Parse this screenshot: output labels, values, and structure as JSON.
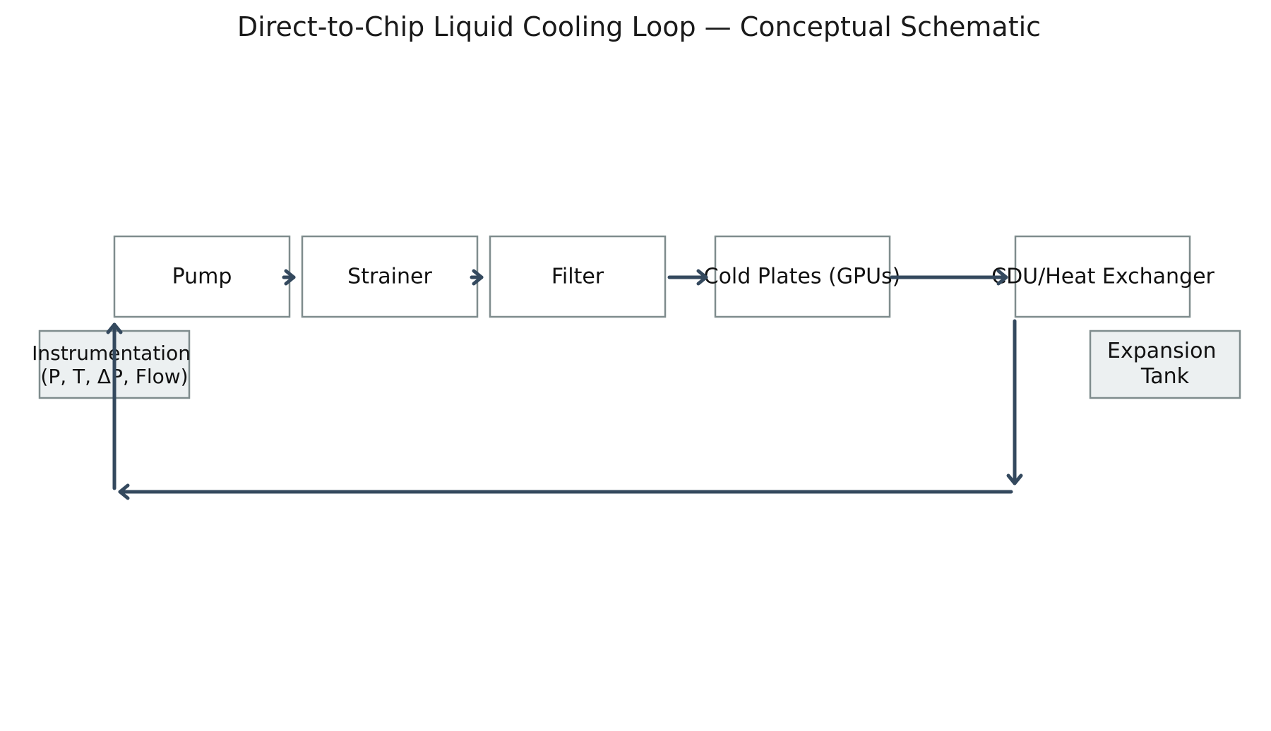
{
  "title": "Direct-to-Chip Liquid Cooling Loop — Conceptual Schematic",
  "components": {
    "pump": "Pump",
    "strainer": "Strainer",
    "filter": "Filter",
    "cold_plates": "Cold Plates (GPUs)",
    "cdu": "CDU/Heat Exchanger"
  },
  "auxiliary": {
    "instrumentation": [
      "Instrumentation",
      "(P, T, ΔP, Flow)"
    ],
    "expansion_tank": [
      "Expansion",
      "Tank"
    ]
  },
  "colors": {
    "flow_line": "#34495e",
    "box_border": "#7f8c8d",
    "aux_fill": "#ecf0f1"
  }
}
